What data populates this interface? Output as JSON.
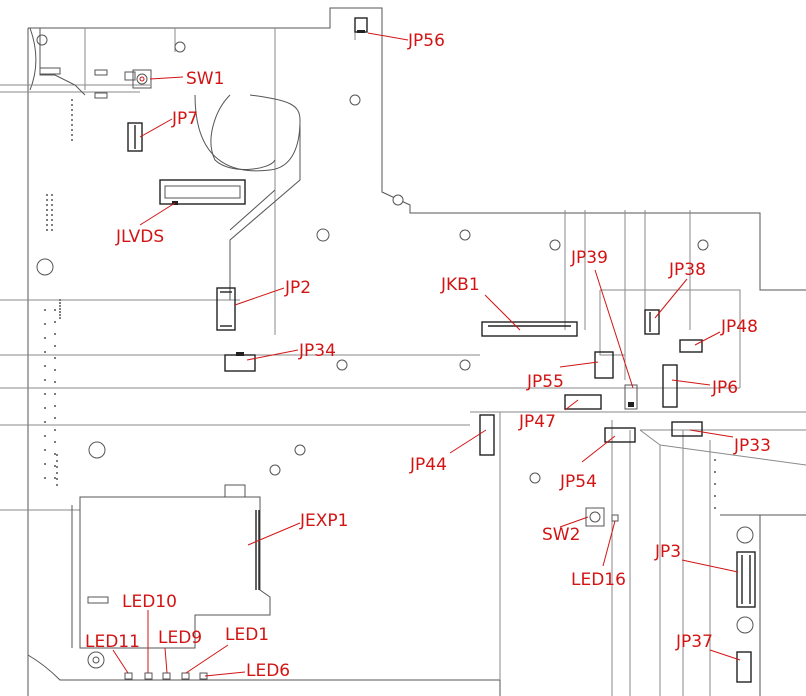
{
  "labels": [
    {
      "id": "JP56",
      "text": "JP56"
    },
    {
      "id": "SW1",
      "text": "SW1"
    },
    {
      "id": "JP7",
      "text": "JP7"
    },
    {
      "id": "JLVDS",
      "text": "JLVDS"
    },
    {
      "id": "JP2",
      "text": "JP2"
    },
    {
      "id": "JP34",
      "text": "JP34"
    },
    {
      "id": "JKB1",
      "text": "JKB1"
    },
    {
      "id": "JP39",
      "text": "JP39"
    },
    {
      "id": "JP38",
      "text": "JP38"
    },
    {
      "id": "JP48",
      "text": "JP48"
    },
    {
      "id": "JP55",
      "text": "JP55"
    },
    {
      "id": "JP6",
      "text": "JP6"
    },
    {
      "id": "JP47",
      "text": "JP47"
    },
    {
      "id": "JP33",
      "text": "JP33"
    },
    {
      "id": "JP44",
      "text": "JP44"
    },
    {
      "id": "JP54",
      "text": "JP54"
    },
    {
      "id": "JEXP1",
      "text": "JEXP1"
    },
    {
      "id": "SW2",
      "text": "SW2"
    },
    {
      "id": "LED16",
      "text": "LED16"
    },
    {
      "id": "JP3",
      "text": "JP3"
    },
    {
      "id": "LED10",
      "text": "LED10"
    },
    {
      "id": "LED9",
      "text": "LED9"
    },
    {
      "id": "LED1",
      "text": "LED1"
    },
    {
      "id": "LED11",
      "text": "LED11"
    },
    {
      "id": "LED6",
      "text": "LED6"
    },
    {
      "id": "JP37",
      "text": "JP37"
    }
  ],
  "colors": {
    "label": "#d21414",
    "outline": "#555555",
    "background": "#ffffff"
  }
}
